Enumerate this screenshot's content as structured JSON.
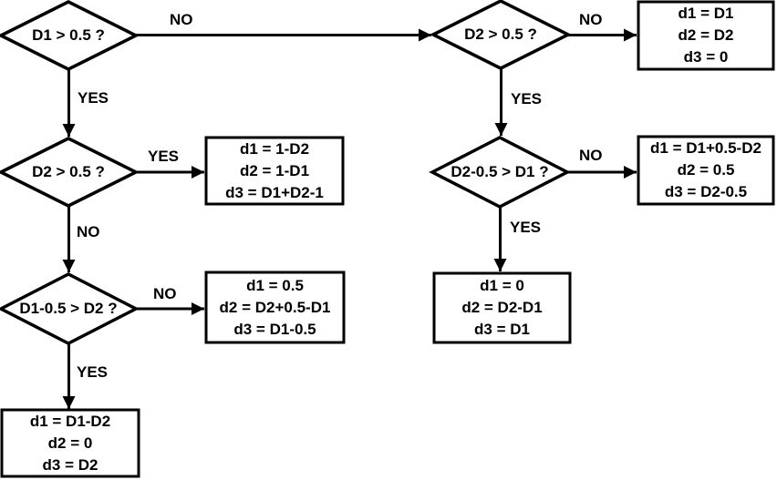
{
  "diagram": {
    "type": "flowchart",
    "colors": {
      "stroke": "#000000",
      "fill": "#ffffff",
      "text": "#000000"
    },
    "labels": {
      "yes": "YES",
      "no": "NO"
    },
    "decisions": [
      {
        "label": "D1 > 0.5 ?"
      },
      {
        "label": "D2 > 0.5 ?"
      },
      {
        "label": "D1-0.5 > D2 ?"
      },
      {
        "label": "D2 > 0.5 ?"
      },
      {
        "label": "D2-0.5 > D1 ?"
      }
    ],
    "results": [
      {
        "lines": [
          "d1 = D1",
          "d2 = D2",
          "d3 = 0"
        ]
      },
      {
        "lines": [
          "d1 = 1-D2",
          "d2 = 1-D1",
          "d3 = D1+D2-1"
        ]
      },
      {
        "lines": [
          "d1 = D1+0.5-D2",
          "d2 = 0.5",
          "d3 = D2-0.5"
        ]
      },
      {
        "lines": [
          "d1 = 0.5",
          "d2 = D2+0.5-D1",
          "d3 = D1-0.5"
        ]
      },
      {
        "lines": [
          "d1 = 0",
          "d2 = D2-D1",
          "d3 = D1"
        ]
      },
      {
        "lines": [
          "d1 = D1-D2",
          "d2 = 0",
          "d3 = D2"
        ]
      }
    ]
  }
}
